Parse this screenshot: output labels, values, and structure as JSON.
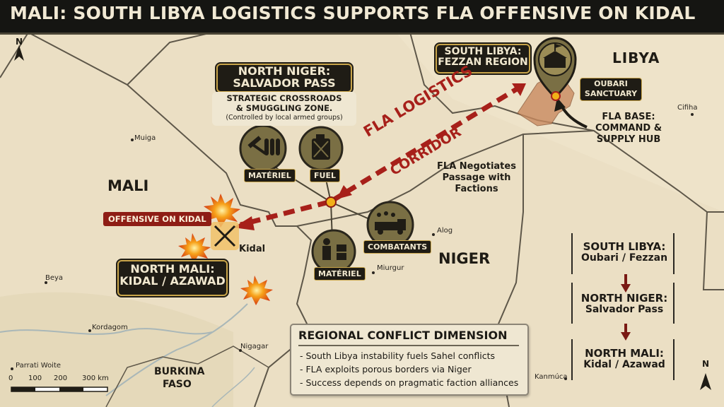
{
  "title": "MALI: SOUTH LIBYA LOGISTICS SUPPORTS FLA OFFENSIVE ON KIDAL",
  "countries": {
    "mali": "MALI",
    "niger": "NIGER",
    "libya": "LIBYA",
    "burkina": "BURKINA",
    "faso": "FASO"
  },
  "north_niger_box": {
    "line1": "NORTH NIGER:",
    "line2": "SALVADOR PASS",
    "desc1": "STRATEGIC CROSSROADS",
    "desc2": "& SMUGGLING ZONE.",
    "desc3": "(Controlled by local armed groups)"
  },
  "south_libya_box": {
    "line1": "SOUTH LIBYA:",
    "line2": "FEZZAN REGION"
  },
  "oubari": {
    "line1": "OUBARI",
    "line2": "SANCTUARY"
  },
  "fla_base": {
    "line1": "FLA BASE:",
    "line2": "COMMAND &",
    "line3": "SUPPLY HUB"
  },
  "corridor": {
    "line1": "FLA LOGISTICS",
    "line2": "CORRIDOR"
  },
  "negotiates": {
    "line1": "FLA Negotiates",
    "line2": "Passage with",
    "line3": "Factions"
  },
  "supply_items": [
    {
      "label": "MATÉRIEL",
      "icon": "weapons-ammo-icon"
    },
    {
      "label": "FUEL",
      "icon": "jerrycan-icon"
    },
    {
      "label": "COMBATANTS",
      "icon": "truck-fighters-icon"
    },
    {
      "label": "MATÉRIEL",
      "icon": "soldier-supplies-icon"
    }
  ],
  "offensive_label": "OFFENSIVE ON KIDAL",
  "kidal": "Kidal",
  "north_mali_box": {
    "line1": "NORTH MALI:",
    "line2": "KIDAL / AZAWAD"
  },
  "cities": [
    "Muiga",
    "Beya",
    "Kordagom",
    "Nigagar",
    "Parrati Woite",
    "Alog",
    "Miurgur",
    "Cifiha",
    "Kanmúca"
  ],
  "flow": [
    {
      "a": "SOUTH LIBYA:",
      "b": "Oubari / Fezzan"
    },
    {
      "a": "NORTH NIGER:",
      "b": "Salvador Pass"
    },
    {
      "a": "NORTH MALI:",
      "b": "Kidal / Azawad"
    }
  ],
  "regional": {
    "heading": "REGIONAL CONFLICT DIMENSION",
    "bullets": [
      "- South Libya instability fuels Sahel conflicts",
      "- FLA exploits porous borders via Niger",
      "- Success depends on pragmatic faction alliances"
    ]
  },
  "scale": {
    "ticks": [
      "0",
      "100",
      "200",
      "300 km"
    ]
  },
  "north_arrow": "N",
  "colors": {
    "title_bg": "#151512",
    "box_dark": "#1f1c15",
    "accent_gold": "#c9a54a",
    "corridor_red": "#a7201a",
    "map_bg": "#e9dcc0"
  }
}
